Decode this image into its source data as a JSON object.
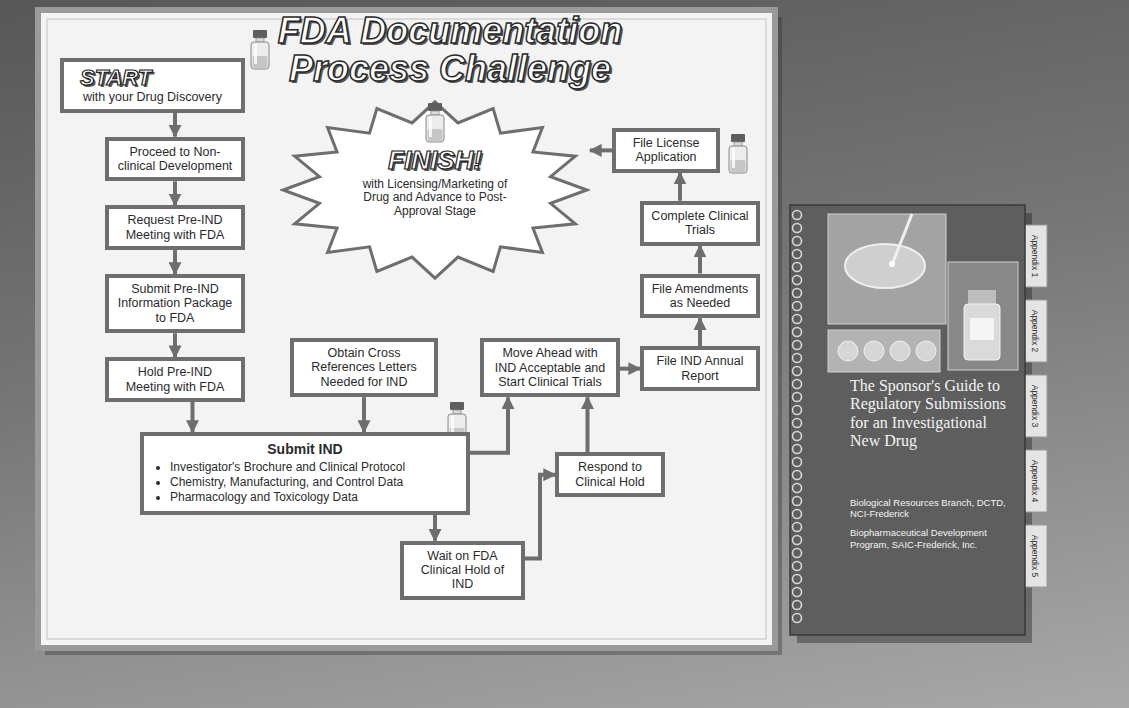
{
  "diagram": {
    "title": "FDA Documentation Process Challenge",
    "nodes": [
      {
        "text": [
          "START",
          "with your Drug Discovery"
        ]
      },
      {
        "text": [
          "Proceed to Non-clinical Development"
        ]
      },
      {
        "text": [
          "Request Pre-IND Meeting with FDA"
        ]
      },
      {
        "text": [
          "Submit Pre-IND Information Package to FDA"
        ]
      },
      {
        "text": [
          "Hold Pre-IND Meeting with FDA"
        ]
      },
      {
        "text": [
          "Submit IND",
          "Investigator's Brochure and Clinical Protocol",
          "Chemistry, Manufacturing, and Control Data",
          "Pharmacology and Toxicology Data"
        ]
      },
      {
        "text": [
          "Obtain Cross References Letters Needed for IND"
        ]
      },
      {
        "text": [
          "Wait on FDA Clinical Hold of IND"
        ]
      },
      {
        "text": [
          "Respond to Clinical Hold"
        ]
      },
      {
        "text": [
          "Move Ahead with IND Acceptable and Start Clinical Trials"
        ]
      },
      {
        "text": [
          "File IND Annual Report"
        ]
      },
      {
        "text": [
          "File Amendments as Needed"
        ]
      },
      {
        "text": [
          "Complete Clinical Trials"
        ]
      },
      {
        "text": [
          "File License Application"
        ]
      },
      {
        "text": [
          "FINISH!",
          "with Licensing/Marketing of Drug and Advance to Post-Approval Stage"
        ]
      },
      {
        "text": [
          "The Sponsor's Guide to Regulatory Submissions for an Investigational New Drug",
          "Biological Resources Branch, DCTD, NCI-Frederick",
          "Biopharmaceutical Development Program, SAIC-Frederick, Inc."
        ]
      }
    ],
    "edges": [
      {
        "from": 0,
        "to": 1,
        "arrow": "to"
      },
      {
        "from": 1,
        "to": 2,
        "arrow": "to"
      },
      {
        "from": 2,
        "to": 3,
        "arrow": "to"
      },
      {
        "from": 3,
        "to": 4,
        "arrow": "to"
      },
      {
        "from": 4,
        "to": 5,
        "arrow": "to"
      },
      {
        "from": 6,
        "to": 5,
        "arrow": "to"
      },
      {
        "from": 5,
        "to": 9,
        "arrow": "to"
      },
      {
        "from": 5,
        "to": 7,
        "arrow": "to"
      },
      {
        "from": 7,
        "to": 8,
        "arrow": "to"
      },
      {
        "from": 8,
        "to": 9,
        "arrow": "to"
      },
      {
        "from": 9,
        "to": 10,
        "arrow": "to"
      },
      {
        "from": 10,
        "to": 11,
        "arrow": "to"
      },
      {
        "from": 11,
        "to": 12,
        "arrow": "to"
      },
      {
        "from": 12,
        "to": 13,
        "arrow": "to"
      },
      {
        "from": 13,
        "to": 14,
        "arrow": "to"
      }
    ],
    "labels": [
      "Appendix 1",
      "Appendix 2",
      "Appendix 3",
      "Appendix 4",
      "Appendix 5"
    ]
  }
}
